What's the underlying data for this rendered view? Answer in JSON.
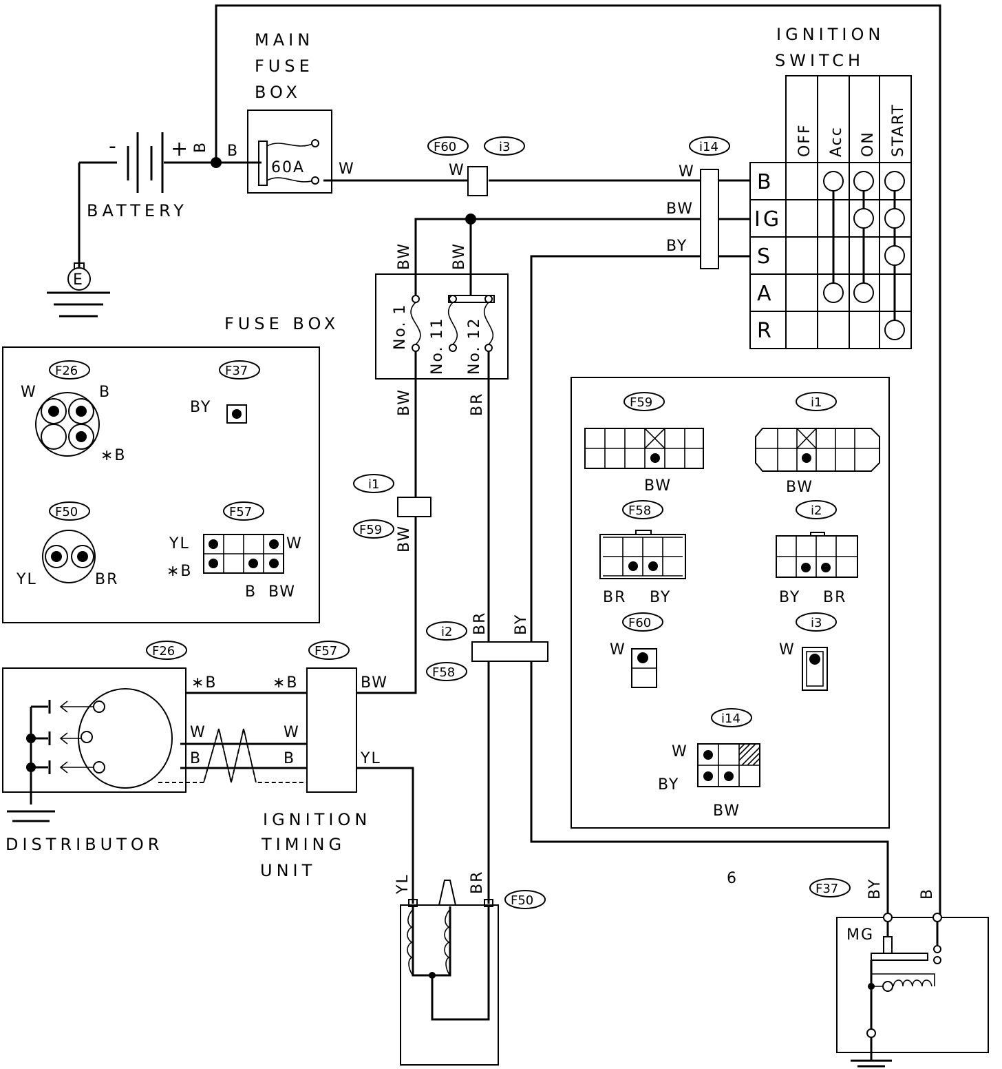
{
  "components": {
    "main_fuse_box": {
      "title_1": "MAIN",
      "title_2": "FUSE",
      "title_3": "BOX",
      "rating": "60A"
    },
    "battery": {
      "title": "BATTERY",
      "minus": "-",
      "plus": "+",
      "ground": "E"
    },
    "ignition_switch": {
      "title_1": "IGNITION",
      "title_2": "SWITCH",
      "positions": [
        "OFF",
        "Acc",
        "ON",
        "START"
      ],
      "terminals": [
        "B",
        "IG",
        "S",
        "A",
        "R"
      ]
    },
    "fuse_box": {
      "title": "FUSE BOX",
      "fuse_1": "No. 1",
      "fuse_11": "No. 11",
      "fuse_12": "No. 12"
    },
    "distributor": {
      "title": "DISTRIBUTOR"
    },
    "ignition_timing_unit": {
      "title_1": "IGNITION",
      "title_2": "TIMING",
      "title_3": "UNIT"
    },
    "starter": {
      "label": "MG"
    },
    "page_mark": "6"
  },
  "connectors": {
    "F60": "F60",
    "i3": "i3",
    "i14": "i14",
    "i1": "i1",
    "F59": "F59",
    "i2": "i2",
    "F58": "F58",
    "F26": "F26",
    "F57": "F57",
    "F50": "F50",
    "F37": "F37"
  },
  "wires": {
    "B": "B",
    "W": "W",
    "BW": "BW",
    "BY": "BY",
    "BR": "BR",
    "YL": "YL",
    "star_B": "∗B"
  }
}
